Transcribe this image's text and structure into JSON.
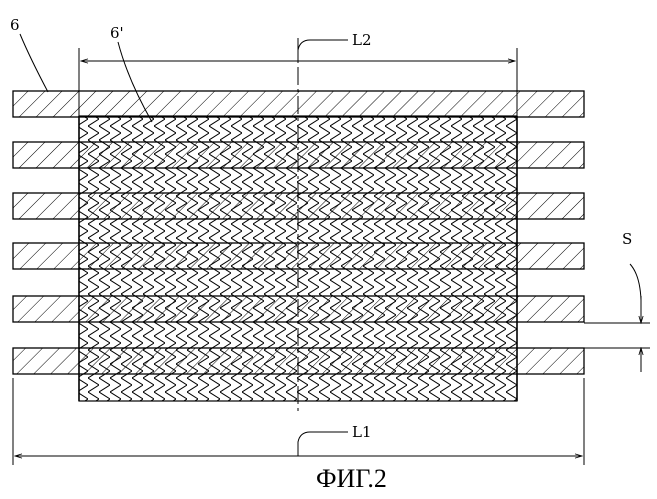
{
  "labels": {
    "strip": "6",
    "strip_prime": "6'",
    "length_top": "L2",
    "length_bottom": "L1",
    "gap": "S"
  },
  "caption": "ФИГ.2"
}
